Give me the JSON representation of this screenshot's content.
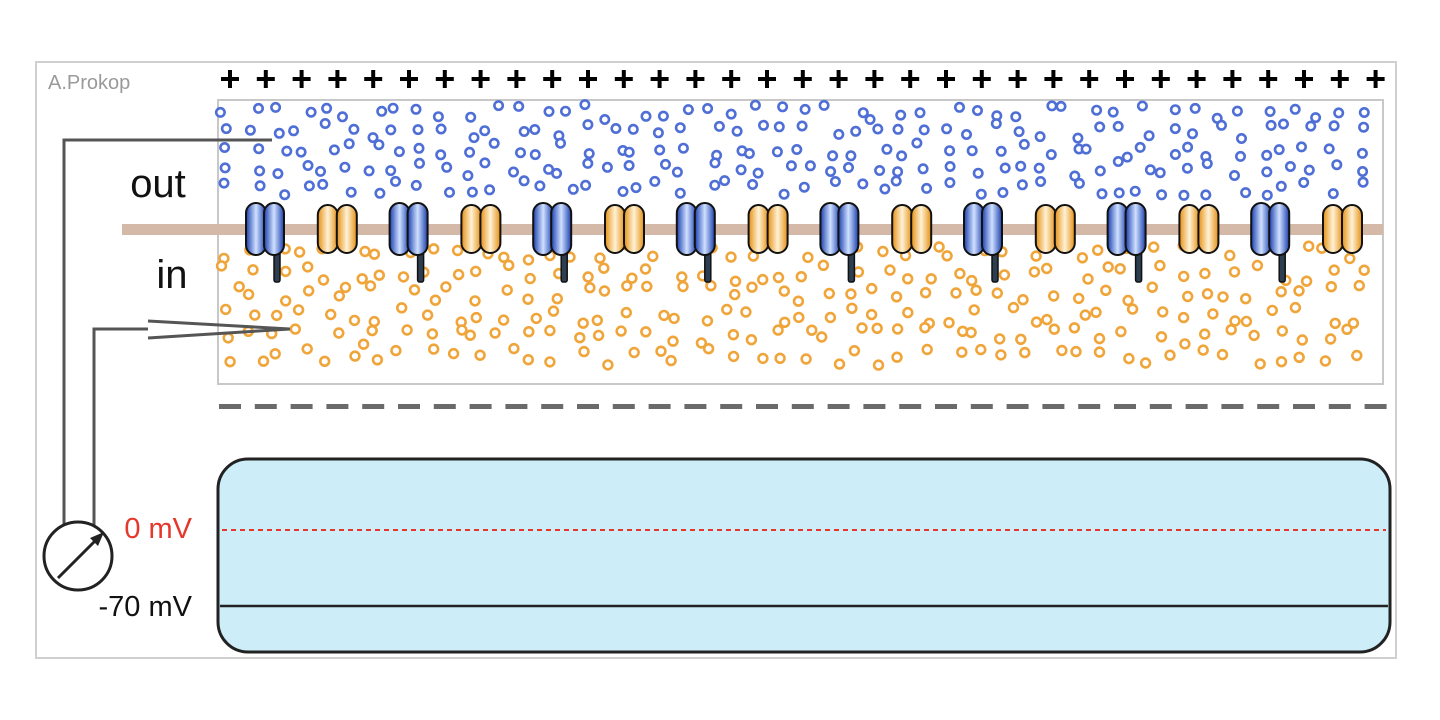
{
  "credit": "A.Prokop",
  "labels": {
    "outside": "out",
    "inside": "in",
    "zero_mv": "0 mV",
    "resting_mv": "-70 mV"
  },
  "membrane": {
    "charge_top_symbol": "+",
    "charge_bottom_symbol": "–",
    "blue_channel_count": 8,
    "orange_channel_count": 8
  },
  "colors": {
    "outside_ions": "#4f6fd6",
    "inside_ions": "#f0a53a",
    "blue_channel": "#1c4fd0",
    "orange_channel": "#f2a12a",
    "membrane": "#d4b8a8",
    "trace_bg": "#cdeef8",
    "zero_line": "#e5372c",
    "resting_line": "#222222",
    "zero_label": "#e5372c"
  },
  "icons": {
    "meter": "voltmeter-icon"
  }
}
